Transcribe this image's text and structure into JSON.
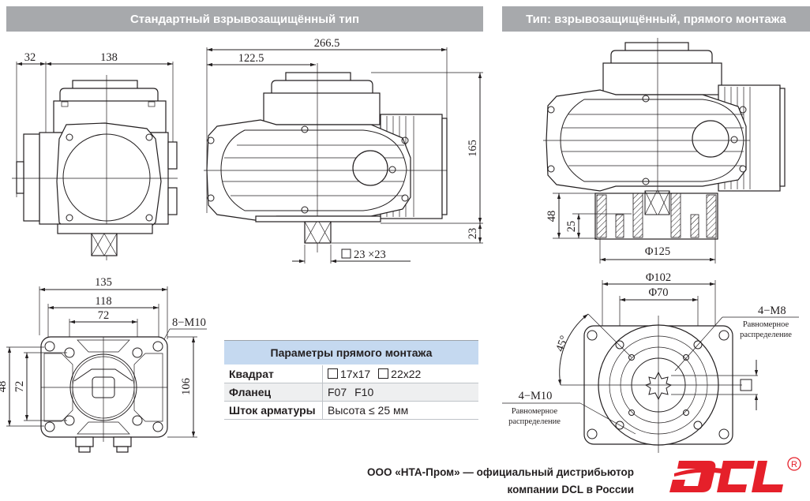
{
  "headers": {
    "left": "Стандартный взрывозащищённый тип",
    "right": "Тип: взрывозащищённый, прямого монтажа"
  },
  "drawings": {
    "front_view": {
      "dim_offset": "32",
      "dim_width": "138"
    },
    "side_view": {
      "dim_total_length": "266.5",
      "dim_axis_offset": "122.5",
      "dim_height": "165",
      "dim_shaft_length": "23",
      "dim_shaft_square": "23 ×23"
    },
    "bottom_flange_view": {
      "dim_outer": "135",
      "dim_bolt_spacing": "118",
      "dim_inner_spacing": "72",
      "dim_height": "106",
      "dim_left_outer": "48",
      "dim_left_inner": "72",
      "bolt_callout": "8−M10"
    },
    "direct_mount_side": {
      "dim_height": "48",
      "dim_stem": "25",
      "dim_diameter": "Φ125"
    },
    "direct_mount_flange": {
      "dim_outer_circle": "Φ102",
      "dim_inner_circle": "Φ70",
      "angle": "45°",
      "callout_m8": "4−M8",
      "callout_m8_note_1": "Равномерное",
      "callout_m8_note_2": "распределение",
      "callout_m10": "4−M10",
      "callout_m10_note_1": "Равномерное",
      "callout_m10_note_2": "распределение"
    }
  },
  "params_table": {
    "title": "Параметры прямого монтажа",
    "rows": [
      {
        "key": "Квадрат",
        "values": [
          "17x17",
          "22x22"
        ],
        "square_icons": true
      },
      {
        "key": "Фланец",
        "values": [
          "F07",
          "F10"
        ],
        "square_icons": false
      },
      {
        "key": "Шток арматуры",
        "values": [
          "Высота ≤ 25 мм"
        ],
        "square_icons": false
      }
    ]
  },
  "footer": {
    "line1": "ООО «НТА-Пром» — официальный дистрибьютор",
    "line2": "компании DCL в России"
  },
  "logo": {
    "text": "DCL",
    "registered": "®",
    "color": "#e5202a"
  },
  "colors": {
    "header_bg": "#a7a9ac",
    "table_header_bg": "#c5d9f0",
    "table_alt_row": "#eeeff0"
  }
}
